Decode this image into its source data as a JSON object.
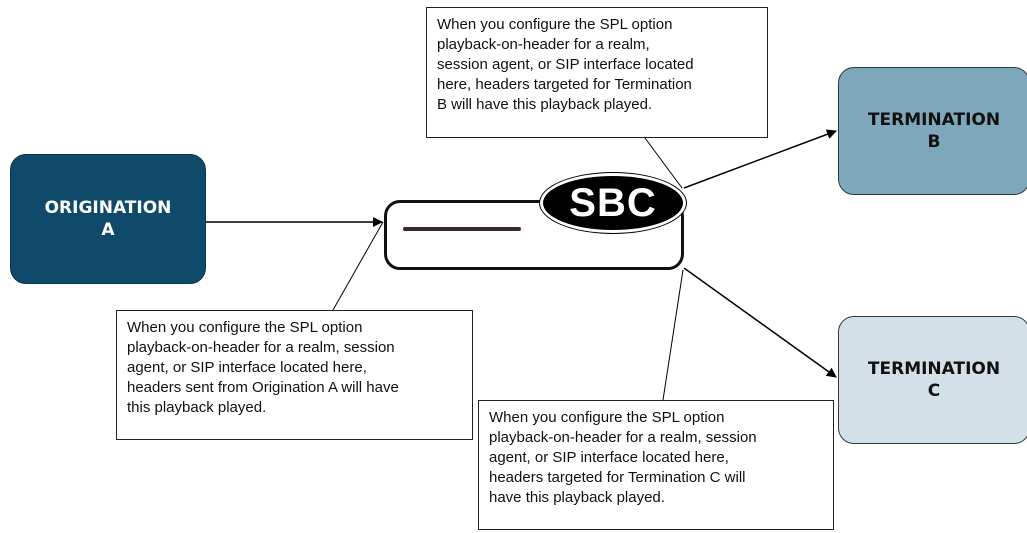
{
  "nodes": {
    "origination": "ORIGINATION\nA",
    "termination_b": "TERMINATION\nB",
    "termination_c": "TERMINATION\nC",
    "sbc": "SBC"
  },
  "notes": {
    "termination_b": "When you configure the SPL option\nplayback-on-header for a realm,\nsession agent, or SIP interface located\nhere, headers targeted for Termination\nB will have this playback played.",
    "origination": "When you configure the SPL option\nplayback-on-header for a realm,  session\nagent, or SIP interface located here,\nheaders sent from Origination A will have\nthis playback played.",
    "termination_c": "When you configure the SPL option\nplayback-on-header for a realm,  session\nagent, or SIP interface located here,\nheaders targeted for Termination C will\nhave this playback played."
  },
  "colors": {
    "origination_fill": "#0f4a6b",
    "termination_b_fill": "#7fa7bc",
    "termination_c_fill": "#d3e0e7"
  }
}
